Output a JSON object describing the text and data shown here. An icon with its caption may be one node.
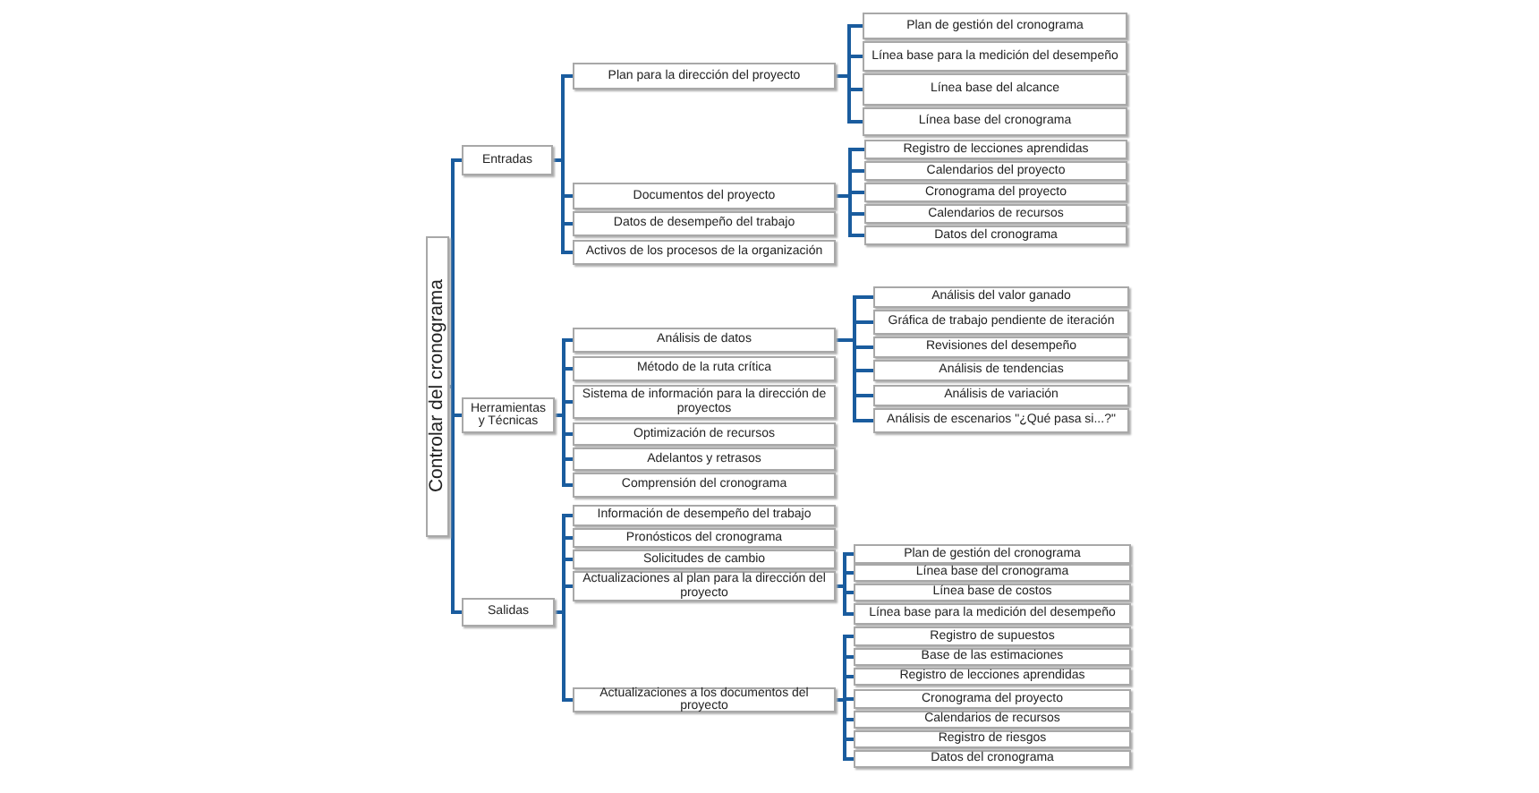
{
  "diagram": {
    "nodes": [
      {
        "text": [
          "Controlar del cronograma"
        ]
      },
      {
        "text": [
          "Entradas"
        ]
      },
      {
        "text": [
          "Plan para la dirección del proyecto"
        ]
      },
      {
        "text": [
          "Plan de gestión del cronograma"
        ]
      },
      {
        "text": [
          "Línea base para la medición del desempeño"
        ]
      },
      {
        "text": [
          "Línea base del alcance"
        ]
      },
      {
        "text": [
          "Línea base del cronograma"
        ]
      },
      {
        "text": [
          "Documentos del proyecto"
        ]
      },
      {
        "text": [
          "Registro de lecciones aprendidas"
        ]
      },
      {
        "text": [
          "Calendarios del proyecto"
        ]
      },
      {
        "text": [
          "Cronograma del proyecto"
        ]
      },
      {
        "text": [
          "Calendarios de recursos"
        ]
      },
      {
        "text": [
          "Datos del cronograma"
        ]
      },
      {
        "text": [
          "Datos de desempeño del trabajo"
        ]
      },
      {
        "text": [
          "Activos de los procesos de la organización"
        ]
      },
      {
        "text": [
          "Herramientas y Técnicas"
        ]
      },
      {
        "text": [
          "Análisis de datos"
        ]
      },
      {
        "text": [
          "Análisis del valor ganado"
        ]
      },
      {
        "text": [
          "Gráfica de trabajo pendiente de iteración"
        ]
      },
      {
        "text": [
          "Revisiones del desempeño"
        ]
      },
      {
        "text": [
          "Análisis de tendencias"
        ]
      },
      {
        "text": [
          "Análisis de variación"
        ]
      },
      {
        "text": [
          "Análisis de escenarios \"¿Qué pasa si...?\""
        ]
      },
      {
        "text": [
          "Método de la ruta crítica"
        ]
      },
      {
        "text": [
          "Sistema de información para la dirección de proyectos"
        ]
      },
      {
        "text": [
          "Optimización de recursos"
        ]
      },
      {
        "text": [
          "Adelantos y retrasos"
        ]
      },
      {
        "text": [
          "Comprensión del cronograma"
        ]
      },
      {
        "text": [
          "Salidas"
        ]
      },
      {
        "text": [
          "Información de desempeño del trabajo"
        ]
      },
      {
        "text": [
          "Pronósticos del cronograma"
        ]
      },
      {
        "text": [
          "Solicitudes de cambio"
        ]
      },
      {
        "text": [
          "Actualizaciones al plan para la dirección del proyecto"
        ]
      },
      {
        "text": [
          "Plan de gestión del cronograma"
        ]
      },
      {
        "text": [
          "Línea base del cronograma"
        ]
      },
      {
        "text": [
          "Línea base de costos"
        ]
      },
      {
        "text": [
          "Línea base para la medición del desempeño"
        ]
      },
      {
        "text": [
          "Actualizaciones a los documentos del proyecto"
        ]
      },
      {
        "text": [
          "Registro de supuestos"
        ]
      },
      {
        "text": [
          "Base de las estimaciones"
        ]
      },
      {
        "text": [
          "Registro de lecciones aprendidas"
        ]
      },
      {
        "text": [
          "Cronograma del proyecto"
        ]
      },
      {
        "text": [
          "Calendarios de recursos"
        ]
      },
      {
        "text": [
          "Registro de riesgos"
        ]
      },
      {
        "text": [
          "Datos del cronograma"
        ]
      }
    ],
    "edges": [
      {
        "from": 0,
        "to": 1,
        "arrow": "none"
      },
      {
        "from": 1,
        "to": 2,
        "arrow": "none"
      },
      {
        "from": 2,
        "to": 3,
        "arrow": "none"
      },
      {
        "from": 2,
        "to": 4,
        "arrow": "none"
      },
      {
        "from": 2,
        "to": 5,
        "arrow": "none"
      },
      {
        "from": 2,
        "to": 6,
        "arrow": "none"
      },
      {
        "from": 1,
        "to": 7,
        "arrow": "none"
      },
      {
        "from": 7,
        "to": 8,
        "arrow": "none"
      },
      {
        "from": 7,
        "to": 9,
        "arrow": "none"
      },
      {
        "from": 7,
        "to": 10,
        "arrow": "none"
      },
      {
        "from": 7,
        "to": 11,
        "arrow": "none"
      },
      {
        "from": 7,
        "to": 12,
        "arrow": "none"
      },
      {
        "from": 1,
        "to": 13,
        "arrow": "none"
      },
      {
        "from": 1,
        "to": 14,
        "arrow": "none"
      },
      {
        "from": 0,
        "to": 15,
        "arrow": "none"
      },
      {
        "from": 15,
        "to": 16,
        "arrow": "none"
      },
      {
        "from": 16,
        "to": 17,
        "arrow": "none"
      },
      {
        "from": 16,
        "to": 18,
        "arrow": "none"
      },
      {
        "from": 16,
        "to": 19,
        "arrow": "none"
      },
      {
        "from": 16,
        "to": 20,
        "arrow": "none"
      },
      {
        "from": 16,
        "to": 21,
        "arrow": "none"
      },
      {
        "from": 16,
        "to": 22,
        "arrow": "none"
      },
      {
        "from": 15,
        "to": 23,
        "arrow": "none"
      },
      {
        "from": 15,
        "to": 24,
        "arrow": "none"
      },
      {
        "from": 15,
        "to": 25,
        "arrow": "none"
      },
      {
        "from": 15,
        "to": 26,
        "arrow": "none"
      },
      {
        "from": 15,
        "to": 27,
        "arrow": "none"
      },
      {
        "from": 0,
        "to": 28,
        "arrow": "none"
      },
      {
        "from": 28,
        "to": 29,
        "arrow": "none"
      },
      {
        "from": 28,
        "to": 30,
        "arrow": "none"
      },
      {
        "from": 28,
        "to": 31,
        "arrow": "none"
      },
      {
        "from": 28,
        "to": 32,
        "arrow": "none"
      },
      {
        "from": 32,
        "to": 33,
        "arrow": "none"
      },
      {
        "from": 32,
        "to": 34,
        "arrow": "none"
      },
      {
        "from": 32,
        "to": 35,
        "arrow": "none"
      },
      {
        "from": 32,
        "to": 36,
        "arrow": "none"
      },
      {
        "from": 28,
        "to": 37,
        "arrow": "none"
      },
      {
        "from": 37,
        "to": 38,
        "arrow": "none"
      },
      {
        "from": 37,
        "to": 39,
        "arrow": "none"
      },
      {
        "from": 37,
        "to": 40,
        "arrow": "none"
      },
      {
        "from": 37,
        "to": 41,
        "arrow": "none"
      },
      {
        "from": 37,
        "to": 42,
        "arrow": "none"
      },
      {
        "from": 37,
        "to": 43,
        "arrow": "none"
      },
      {
        "from": 37,
        "to": 44,
        "arrow": "none"
      }
    ]
  }
}
